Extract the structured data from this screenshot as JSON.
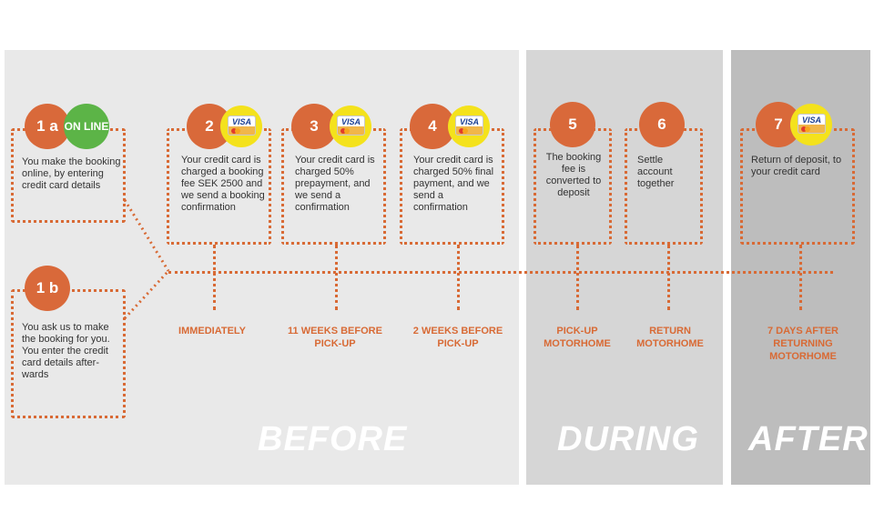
{
  "phases": {
    "before": "BEFORE",
    "during": "DURING",
    "after": "AFTER"
  },
  "card_icon": {
    "brand": "VISA"
  },
  "steps": {
    "s1a": {
      "number": "1 a",
      "badge": "ON LINE",
      "text": "You make the booking online,  by entering credit card details"
    },
    "s1b": {
      "number": "1 b",
      "text": "You ask us to make the booking for you. You enter the credit card details after-wards"
    },
    "s2": {
      "number": "2",
      "text": "Your credit card is charged a booking fee SEK 2500 and we send a booking confirmation",
      "timing": "IMMEDIATELY"
    },
    "s3": {
      "number": "3",
      "text": "Your credit card is charged 50% prepayment, and we send a confirmation",
      "timing": "11 WEEKS BEFORE PICK-UP"
    },
    "s4": {
      "number": "4",
      "text": "Your credit card is charged 50% final payment, and we send a confirmation",
      "timing": "2 WEEKS BEFORE PICK-UP"
    },
    "s5": {
      "number": "5",
      "text": "The booking fee is converted to deposit",
      "timing": "PICK-UP MOTORHOME"
    },
    "s6": {
      "number": "6",
      "text": "Settle account together",
      "timing": "RETURN MOTORHOME"
    },
    "s7": {
      "number": "7",
      "text": "Return of deposit, to your credit card",
      "timing": "7 DAYS AFTER RETURNING MOTORHOME"
    }
  },
  "colors": {
    "accent": "#d86a35",
    "online": "#5cb447",
    "card": "#f4e21c"
  }
}
